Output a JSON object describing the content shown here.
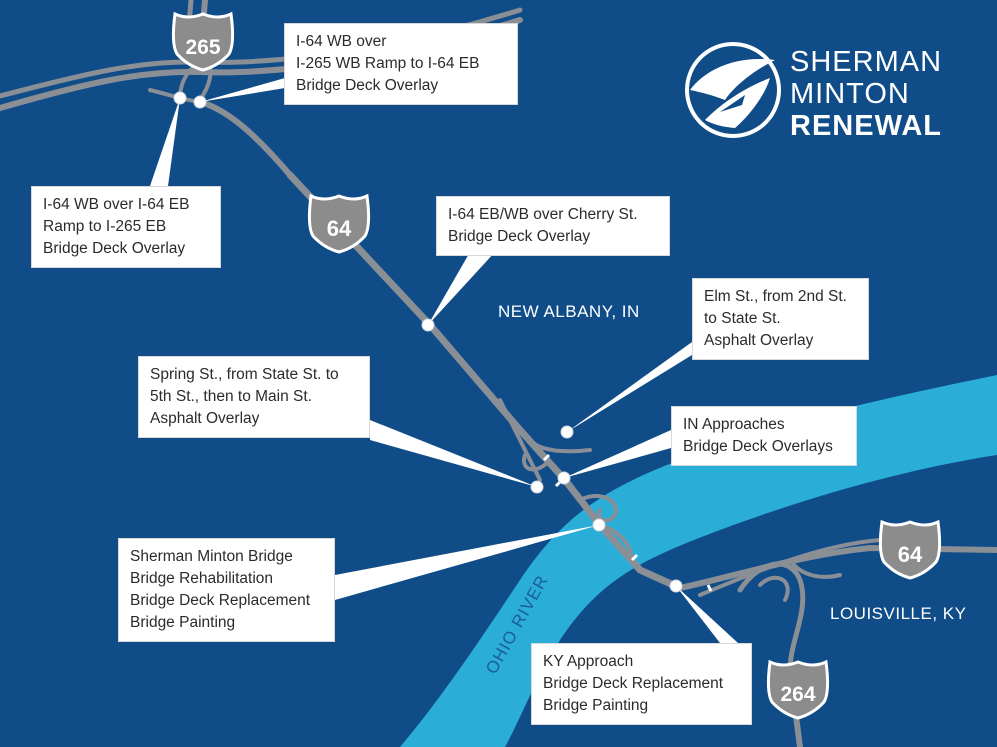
{
  "brand": {
    "line1": "SHERMAN",
    "line2": "MINTON",
    "line3": "RENEWAL"
  },
  "places": {
    "new_albany": "NEW ALBANY, IN",
    "louisville": "LOUISVILLE, KY"
  },
  "river": {
    "label": "OHIO RIVER"
  },
  "shields": {
    "i265": "265",
    "i64_north": "64",
    "i64_east": "64",
    "i264": "264"
  },
  "callouts": {
    "c1": {
      "line1": "I-64 WB over",
      "line2": "I-265 WB Ramp to I-64 EB",
      "line3": "Bridge Deck Overlay"
    },
    "c2": {
      "line1": "I-64 WB over I-64 EB",
      "line2": "Ramp to I-265 EB",
      "line3": "Bridge Deck Overlay"
    },
    "c3": {
      "line1": "I-64 EB/WB over Cherry St.",
      "line2": "Bridge Deck Overlay"
    },
    "c4": {
      "line1": "Elm St., from 2nd St.",
      "line2": "to State St.",
      "line3": "Asphalt Overlay"
    },
    "c5": {
      "line1": "Spring St., from State St. to",
      "line2": "5th St., then to Main St.",
      "line3": "Asphalt Overlay"
    },
    "c6": {
      "line1": "IN Approaches",
      "line2": "Bridge Deck Overlays"
    },
    "c7": {
      "line1": "Sherman Minton Bridge",
      "line2": "Bridge Rehabilitation",
      "line3": "Bridge Deck Replacement",
      "line4": "Bridge Painting"
    },
    "c8": {
      "line1": "KY Approach",
      "line2": "Bridge Deck Replacement",
      "line3": "Bridge Painting"
    }
  },
  "colors": {
    "background": "#0f4c88",
    "river": "#2aaed8",
    "road": "#8a8f96",
    "callout_bg": "#ffffff",
    "shield": "#8c8c8c"
  }
}
